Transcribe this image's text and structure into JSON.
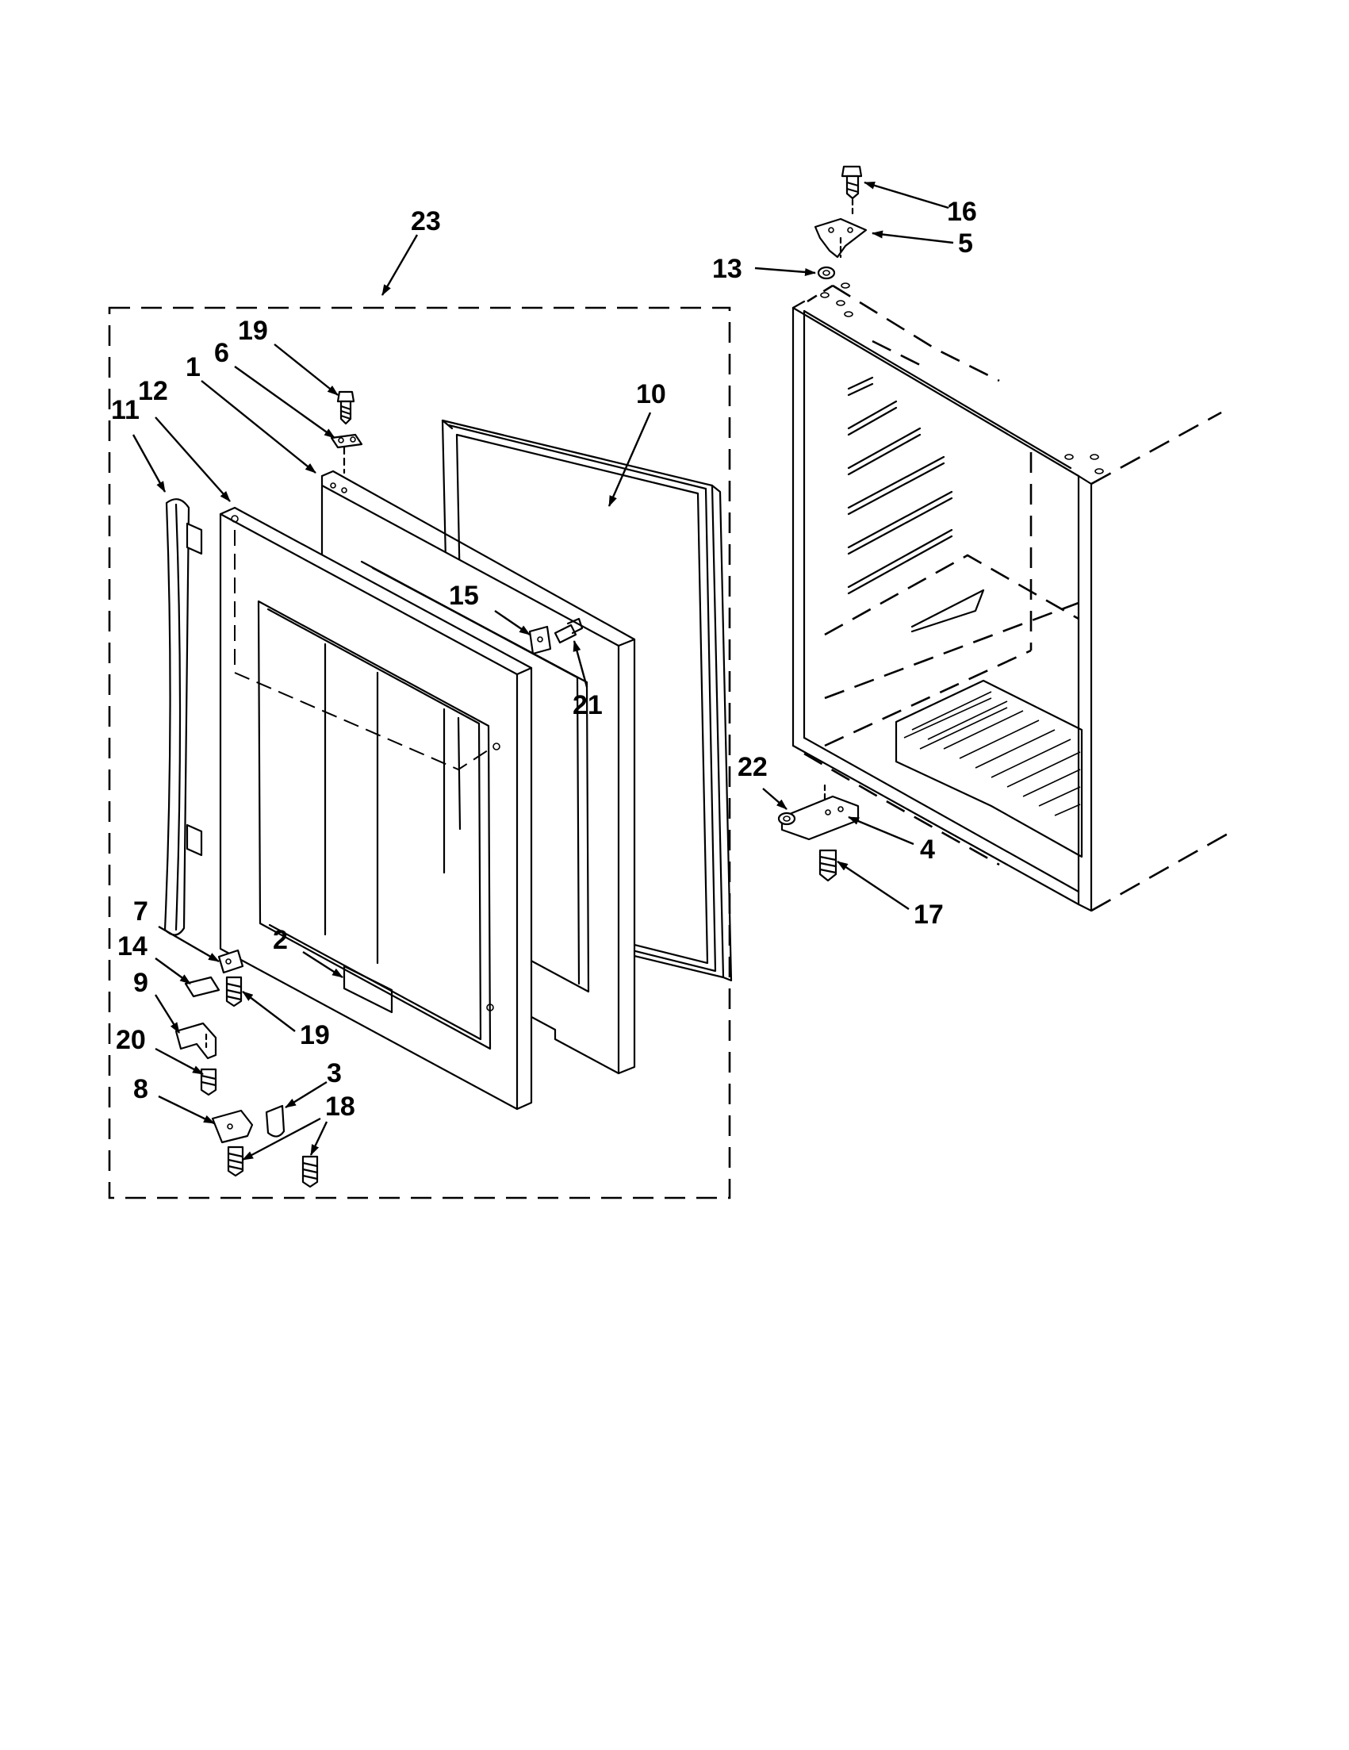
{
  "diagram": {
    "callouts": [
      {
        "id": "23",
        "text": "23"
      },
      {
        "id": "16",
        "text": "16"
      },
      {
        "id": "5",
        "text": "5"
      },
      {
        "id": "13",
        "text": "13"
      },
      {
        "id": "19a",
        "text": "19"
      },
      {
        "id": "6",
        "text": "6"
      },
      {
        "id": "12",
        "text": "12"
      },
      {
        "id": "1",
        "text": "1"
      },
      {
        "id": "11",
        "text": "11"
      },
      {
        "id": "10",
        "text": "10"
      },
      {
        "id": "15",
        "text": "15"
      },
      {
        "id": "21",
        "text": "21"
      },
      {
        "id": "22",
        "text": "22"
      },
      {
        "id": "4",
        "text": "4"
      },
      {
        "id": "17",
        "text": "17"
      },
      {
        "id": "7",
        "text": "7"
      },
      {
        "id": "14",
        "text": "14"
      },
      {
        "id": "2",
        "text": "2"
      },
      {
        "id": "9",
        "text": "9"
      },
      {
        "id": "19b",
        "text": "19"
      },
      {
        "id": "20",
        "text": "20"
      },
      {
        "id": "3",
        "text": "3"
      },
      {
        "id": "8",
        "text": "8"
      },
      {
        "id": "18",
        "text": "18"
      }
    ]
  }
}
